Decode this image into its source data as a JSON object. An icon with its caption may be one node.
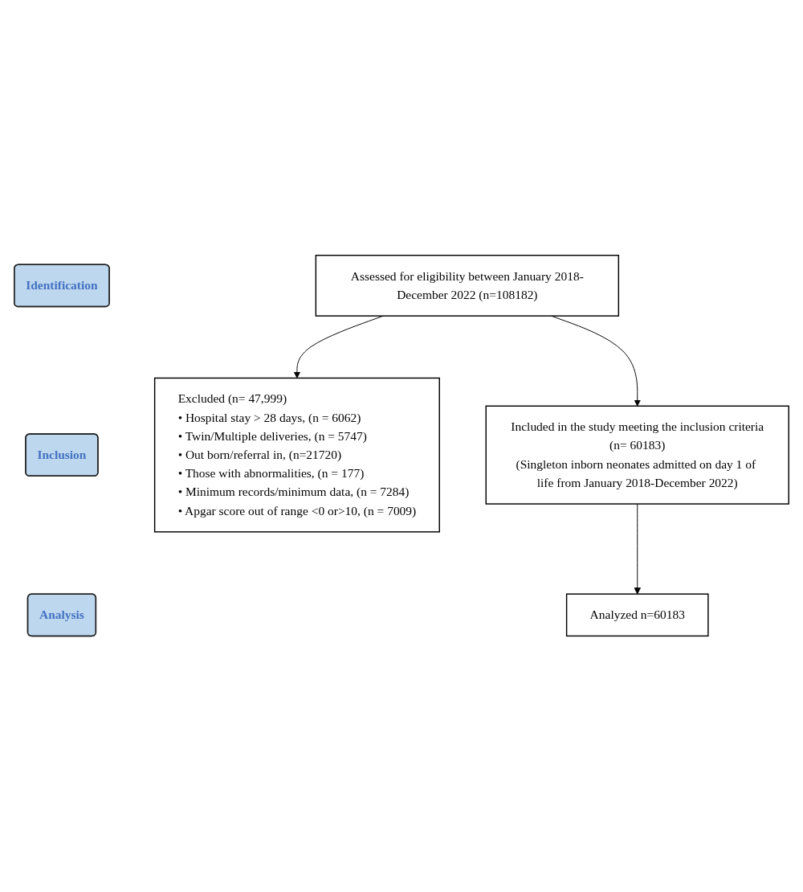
{
  "diagram": {
    "nodes": [
      {
        "text": [
          "Identification"
        ]
      },
      {
        "text": [
          "Assessed for eligibility between January 2018-December 2022 (n=108182)"
        ]
      },
      {
        "text": [
          "Excluded (n= 47,999)",
          "• Hospital stay > 28 days, (n = 6062)",
          "• Twin/Multiple deliveries, (n = 5747)",
          "• Out born/referral in, (n=21720)",
          "• Those with abnormalities, (n = 177)",
          "• Minimum records/minimum data, (n = 7284)",
          "• Apgar score out of range <0 or>10, (n = 7009)"
        ]
      },
      {
        "text": [
          "Inclusion"
        ]
      },
      {
        "text": [
          "Included in the study meeting the inclusion criteria",
          "(n= 60183)",
          "(Singleton inborn neonates admitted on day 1 of life from January 2018-December 2022)"
        ]
      },
      {
        "text": [
          "Analysis"
        ]
      },
      {
        "text": [
          "Analyzed n=60183"
        ]
      }
    ],
    "edges": [
      {
        "from": 1,
        "to": 2,
        "arrow": "to"
      },
      {
        "from": 1,
        "to": 4,
        "arrow": "to"
      },
      {
        "from": 4,
        "to": 6,
        "arrow": "to"
      }
    ]
  }
}
